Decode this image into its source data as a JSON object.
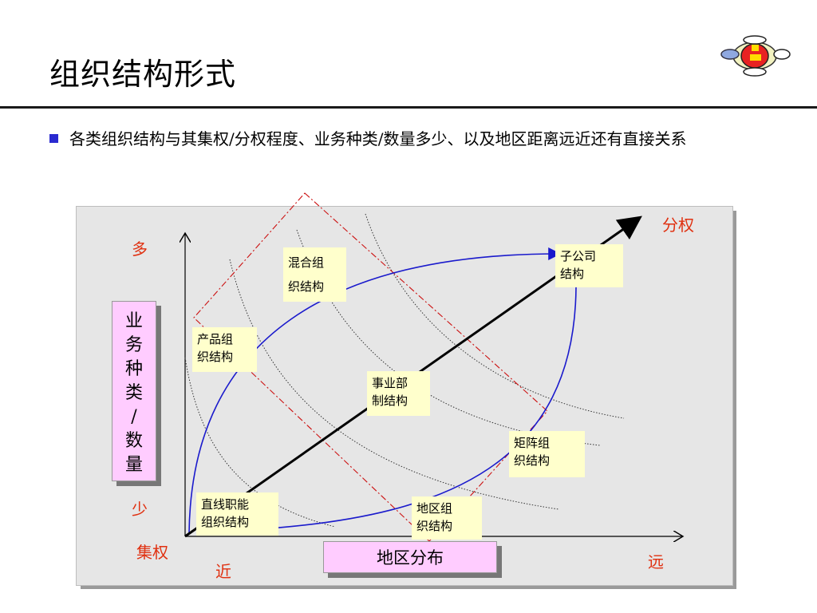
{
  "title": "组织结构形式",
  "bullet": {
    "text": "各类组织结构与其集权/分权程度、业务种类/数量多少、以及地区距离远近还有直接关系"
  },
  "axis": {
    "y_top": "多",
    "y_bottom": "少",
    "origin": "集权",
    "x_near": "近",
    "x_far": "远",
    "diag_end": "分权",
    "y_title_chars": [
      "业",
      "务",
      "种",
      "类",
      "/",
      "数",
      "量"
    ],
    "x_title": "地区分布"
  },
  "boxes": {
    "zhixian": [
      "直线职能",
      "组织结构"
    ],
    "chanpin": [
      "产品组",
      "织结构"
    ],
    "hunhe": [
      "混合组",
      "织结构"
    ],
    "shiyebu": [
      "事业部",
      "制结构"
    ],
    "zigongsi": [
      "子公司",
      "结构"
    ],
    "juzhen": [
      "矩阵组",
      "织结构"
    ],
    "diqu": [
      "地区组",
      "织结构"
    ]
  },
  "colors": {
    "accent_red": "#e03010",
    "curve_blue": "#1a1acc",
    "label_pink": "#ffccff",
    "box_yellow": "#ffffcc",
    "bullet_blue": "#2a2ad0"
  },
  "icons": [
    "logo-emblem-icon"
  ]
}
